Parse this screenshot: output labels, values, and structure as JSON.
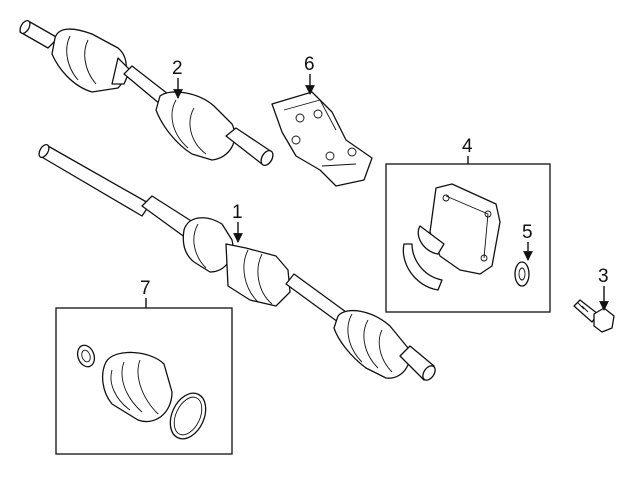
{
  "diagram": {
    "callouts": [
      {
        "id": "c1",
        "text": "1"
      },
      {
        "id": "c2",
        "text": "2"
      },
      {
        "id": "c3",
        "text": "3"
      },
      {
        "id": "c4",
        "text": "4"
      },
      {
        "id": "c5",
        "text": "5"
      },
      {
        "id": "c6",
        "text": "6"
      },
      {
        "id": "c7",
        "text": "7"
      }
    ]
  }
}
